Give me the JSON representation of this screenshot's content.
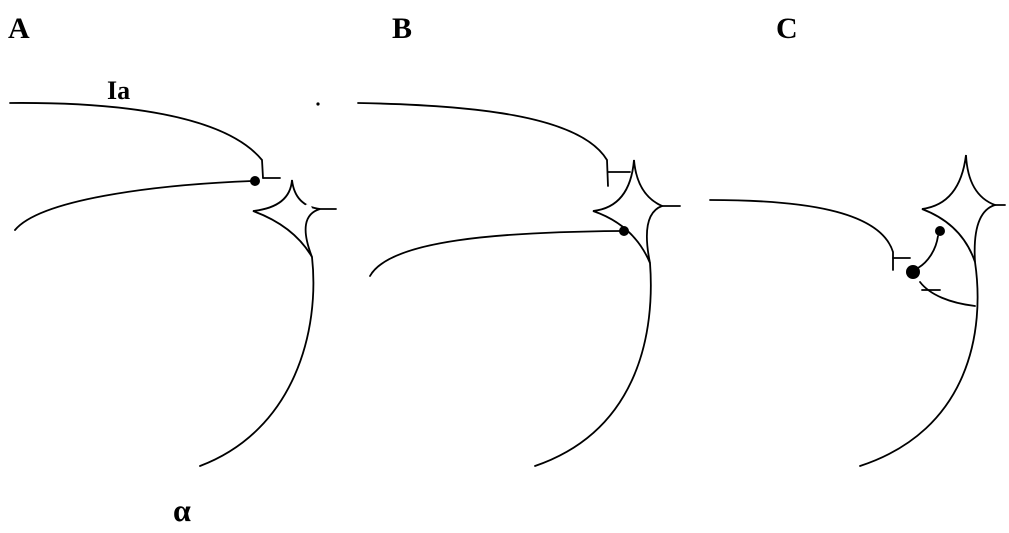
{
  "panels": [
    {
      "label": "A"
    },
    {
      "label": "B"
    },
    {
      "label": "C"
    }
  ],
  "labels": {
    "ia": "Ia",
    "alpha": "α"
  }
}
